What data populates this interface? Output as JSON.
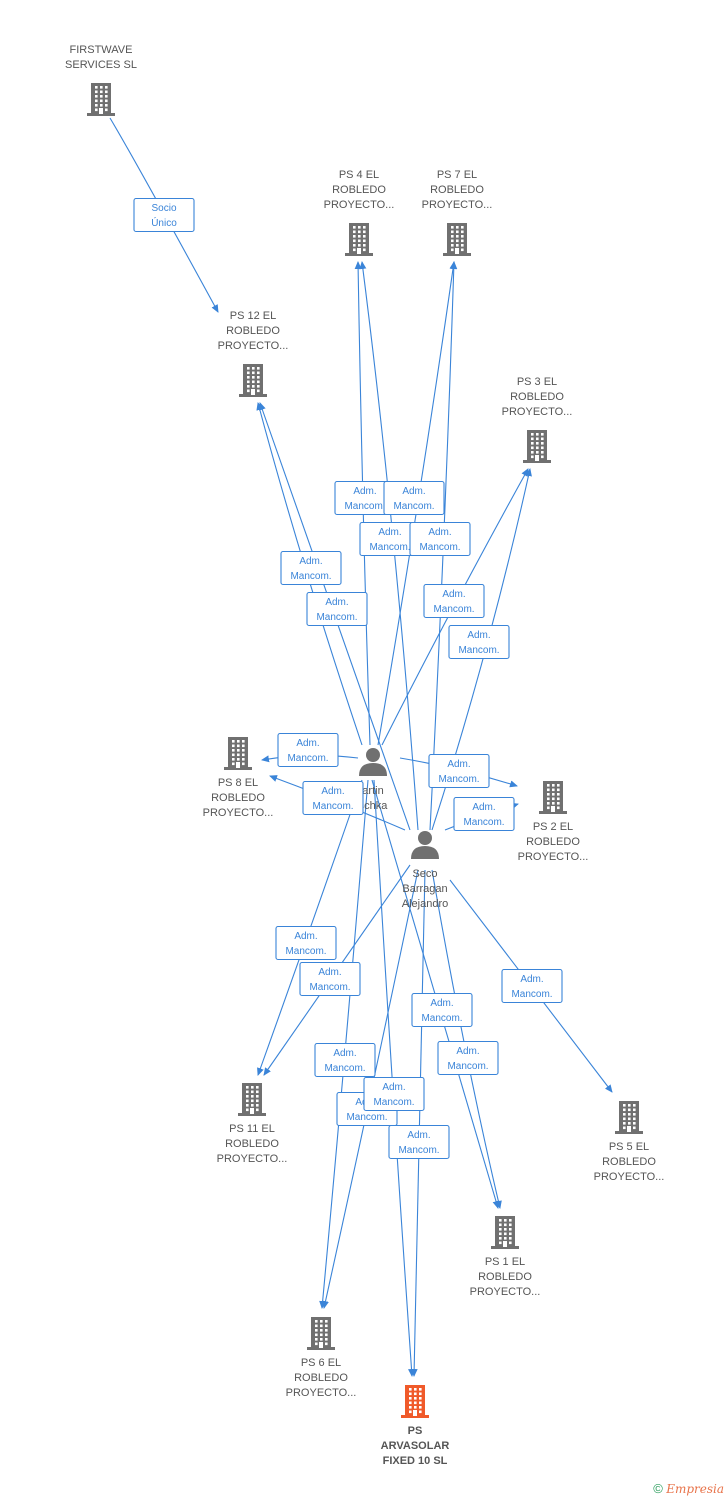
{
  "nodes": [
    {
      "id": "firstwave",
      "type": "company",
      "lines": [
        "FIRSTWAVE",
        "SERVICES SL"
      ],
      "focus": false
    },
    {
      "id": "ps4",
      "type": "company",
      "lines": [
        "PS 4 EL",
        "ROBLEDO",
        "PROYECTO..."
      ],
      "focus": false
    },
    {
      "id": "ps7",
      "type": "company",
      "lines": [
        "PS 7 EL",
        "ROBLEDO",
        "PROYECTO..."
      ],
      "focus": false
    },
    {
      "id": "ps12",
      "type": "company",
      "lines": [
        "PS 12 EL",
        "ROBLEDO",
        "PROYECTO..."
      ],
      "focus": false
    },
    {
      "id": "ps3",
      "type": "company",
      "lines": [
        "PS 3 EL",
        "ROBLEDO",
        "PROYECTO..."
      ],
      "focus": false
    },
    {
      "id": "ps8",
      "type": "company",
      "lines": [
        "PS 8 EL",
        "ROBLEDO",
        "PROYECTO..."
      ],
      "focus": false
    },
    {
      "id": "ps2",
      "type": "company",
      "lines": [
        "PS 2 EL",
        "ROBLEDO",
        "PROYECTO..."
      ],
      "focus": false
    },
    {
      "id": "ps11",
      "type": "company",
      "lines": [
        "PS 11 EL",
        "ROBLEDO",
        "PROYECTO..."
      ],
      "focus": false
    },
    {
      "id": "ps5",
      "type": "company",
      "lines": [
        "PS 5 EL",
        "ROBLEDO",
        "PROYECTO..."
      ],
      "focus": false
    },
    {
      "id": "ps1",
      "type": "company",
      "lines": [
        "PS 1 EL",
        "ROBLEDO",
        "PROYECTO..."
      ],
      "focus": false
    },
    {
      "id": "ps6",
      "type": "company",
      "lines": [
        "PS 6 EL",
        "ROBLEDO",
        "PROYECTO..."
      ],
      "focus": false
    },
    {
      "id": "arvasolar",
      "type": "company",
      "lines": [
        "PS",
        "ARVASOLAR",
        "FIXED 10 SL"
      ],
      "focus": true
    },
    {
      "id": "martin",
      "type": "person",
      "lines": [
        "artin",
        "schka"
      ],
      "focus": false
    },
    {
      "id": "seco",
      "type": "person",
      "lines": [
        "Seco",
        "Barragan",
        "Alejandro"
      ],
      "focus": false
    }
  ],
  "edges": [
    {
      "from": "firstwave",
      "to": "ps12",
      "label": [
        "Socio",
        "Único"
      ]
    },
    {
      "from": "martin",
      "to": "ps4",
      "label": [
        "Adm.",
        "Mancom."
      ]
    },
    {
      "from": "seco",
      "to": "ps4",
      "label": [
        "Adm.",
        "Mancom."
      ]
    },
    {
      "from": "martin",
      "to": "ps7",
      "label": [
        "Adm.",
        "Mancom."
      ]
    },
    {
      "from": "seco",
      "to": "ps7",
      "label": [
        "Adm.",
        "Mancom."
      ]
    },
    {
      "from": "martin",
      "to": "ps12",
      "label": [
        "Adm.",
        "Mancom."
      ]
    },
    {
      "from": "seco",
      "to": "ps12",
      "label": [
        "Adm.",
        "Mancom."
      ]
    },
    {
      "from": "martin",
      "to": "ps3",
      "label": [
        "Adm.",
        "Mancom."
      ]
    },
    {
      "from": "seco",
      "to": "ps3",
      "label": [
        "Adm.",
        "Mancom."
      ]
    },
    {
      "from": "martin",
      "to": "ps8",
      "label": [
        "Adm.",
        "Mancom."
      ]
    },
    {
      "from": "seco",
      "to": "ps8",
      "label": [
        "Adm.",
        "Mancom."
      ]
    },
    {
      "from": "martin",
      "to": "ps2",
      "label": [
        "Adm.",
        "Mancom."
      ]
    },
    {
      "from": "seco",
      "to": "ps2",
      "label": [
        "Adm.",
        "Mancom."
      ]
    },
    {
      "from": "martin",
      "to": "ps11",
      "label": [
        "Adm.",
        "Mancom."
      ]
    },
    {
      "from": "seco",
      "to": "ps11",
      "label": [
        "Adm.",
        "Mancom."
      ]
    },
    {
      "from": "seco",
      "to": "ps5",
      "label": [
        "Adm.",
        "Mancom."
      ]
    },
    {
      "from": "martin",
      "to": "ps1",
      "label": [
        "Adm.",
        "Mancom."
      ]
    },
    {
      "from": "seco",
      "to": "ps1",
      "label": [
        "Adm.",
        "Mancom."
      ]
    },
    {
      "from": "martin",
      "to": "ps6",
      "label": [
        "Adm.",
        "Mancom."
      ]
    },
    {
      "from": "seco",
      "to": "ps6",
      "label": [
        "Adm.",
        "Mancom."
      ]
    },
    {
      "from": "martin",
      "to": "arvasolar",
      "label": [
        "Adm.",
        "Mancom."
      ]
    },
    {
      "from": "seco",
      "to": "arvasolar",
      "label": [
        "Adm.",
        "Mancom."
      ]
    }
  ],
  "colors": {
    "edge": "#3a84d8",
    "company_icon": "#707070",
    "focus_icon": "#f05a2a",
    "person_icon": "#707070"
  },
  "footer": {
    "copyright_symbol": "©",
    "brand": "Empresia"
  }
}
